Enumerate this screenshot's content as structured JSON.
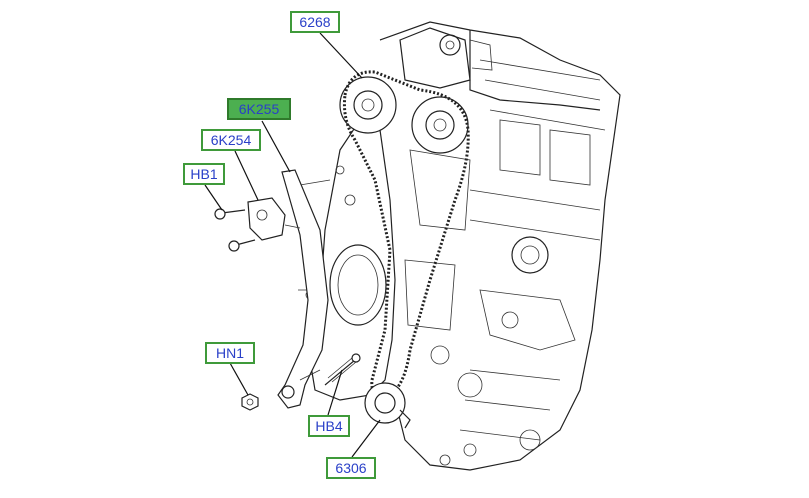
{
  "diagram": {
    "callouts": [
      {
        "id": "6268",
        "label": "6268",
        "active": false
      },
      {
        "id": "6K255",
        "label": "6K255",
        "active": true
      },
      {
        "id": "6K254",
        "label": "6K254",
        "active": false
      },
      {
        "id": "HB1",
        "label": "HB1",
        "active": false
      },
      {
        "id": "HN1",
        "label": "HN1",
        "active": false
      },
      {
        "id": "HB4",
        "label": "HB4",
        "active": false
      },
      {
        "id": "6306",
        "label": "6306",
        "active": false
      }
    ]
  },
  "colors": {
    "callout_border": "#3f9a3a",
    "callout_text": "#2a40c8",
    "callout_active_fill": "#4caf50"
  }
}
